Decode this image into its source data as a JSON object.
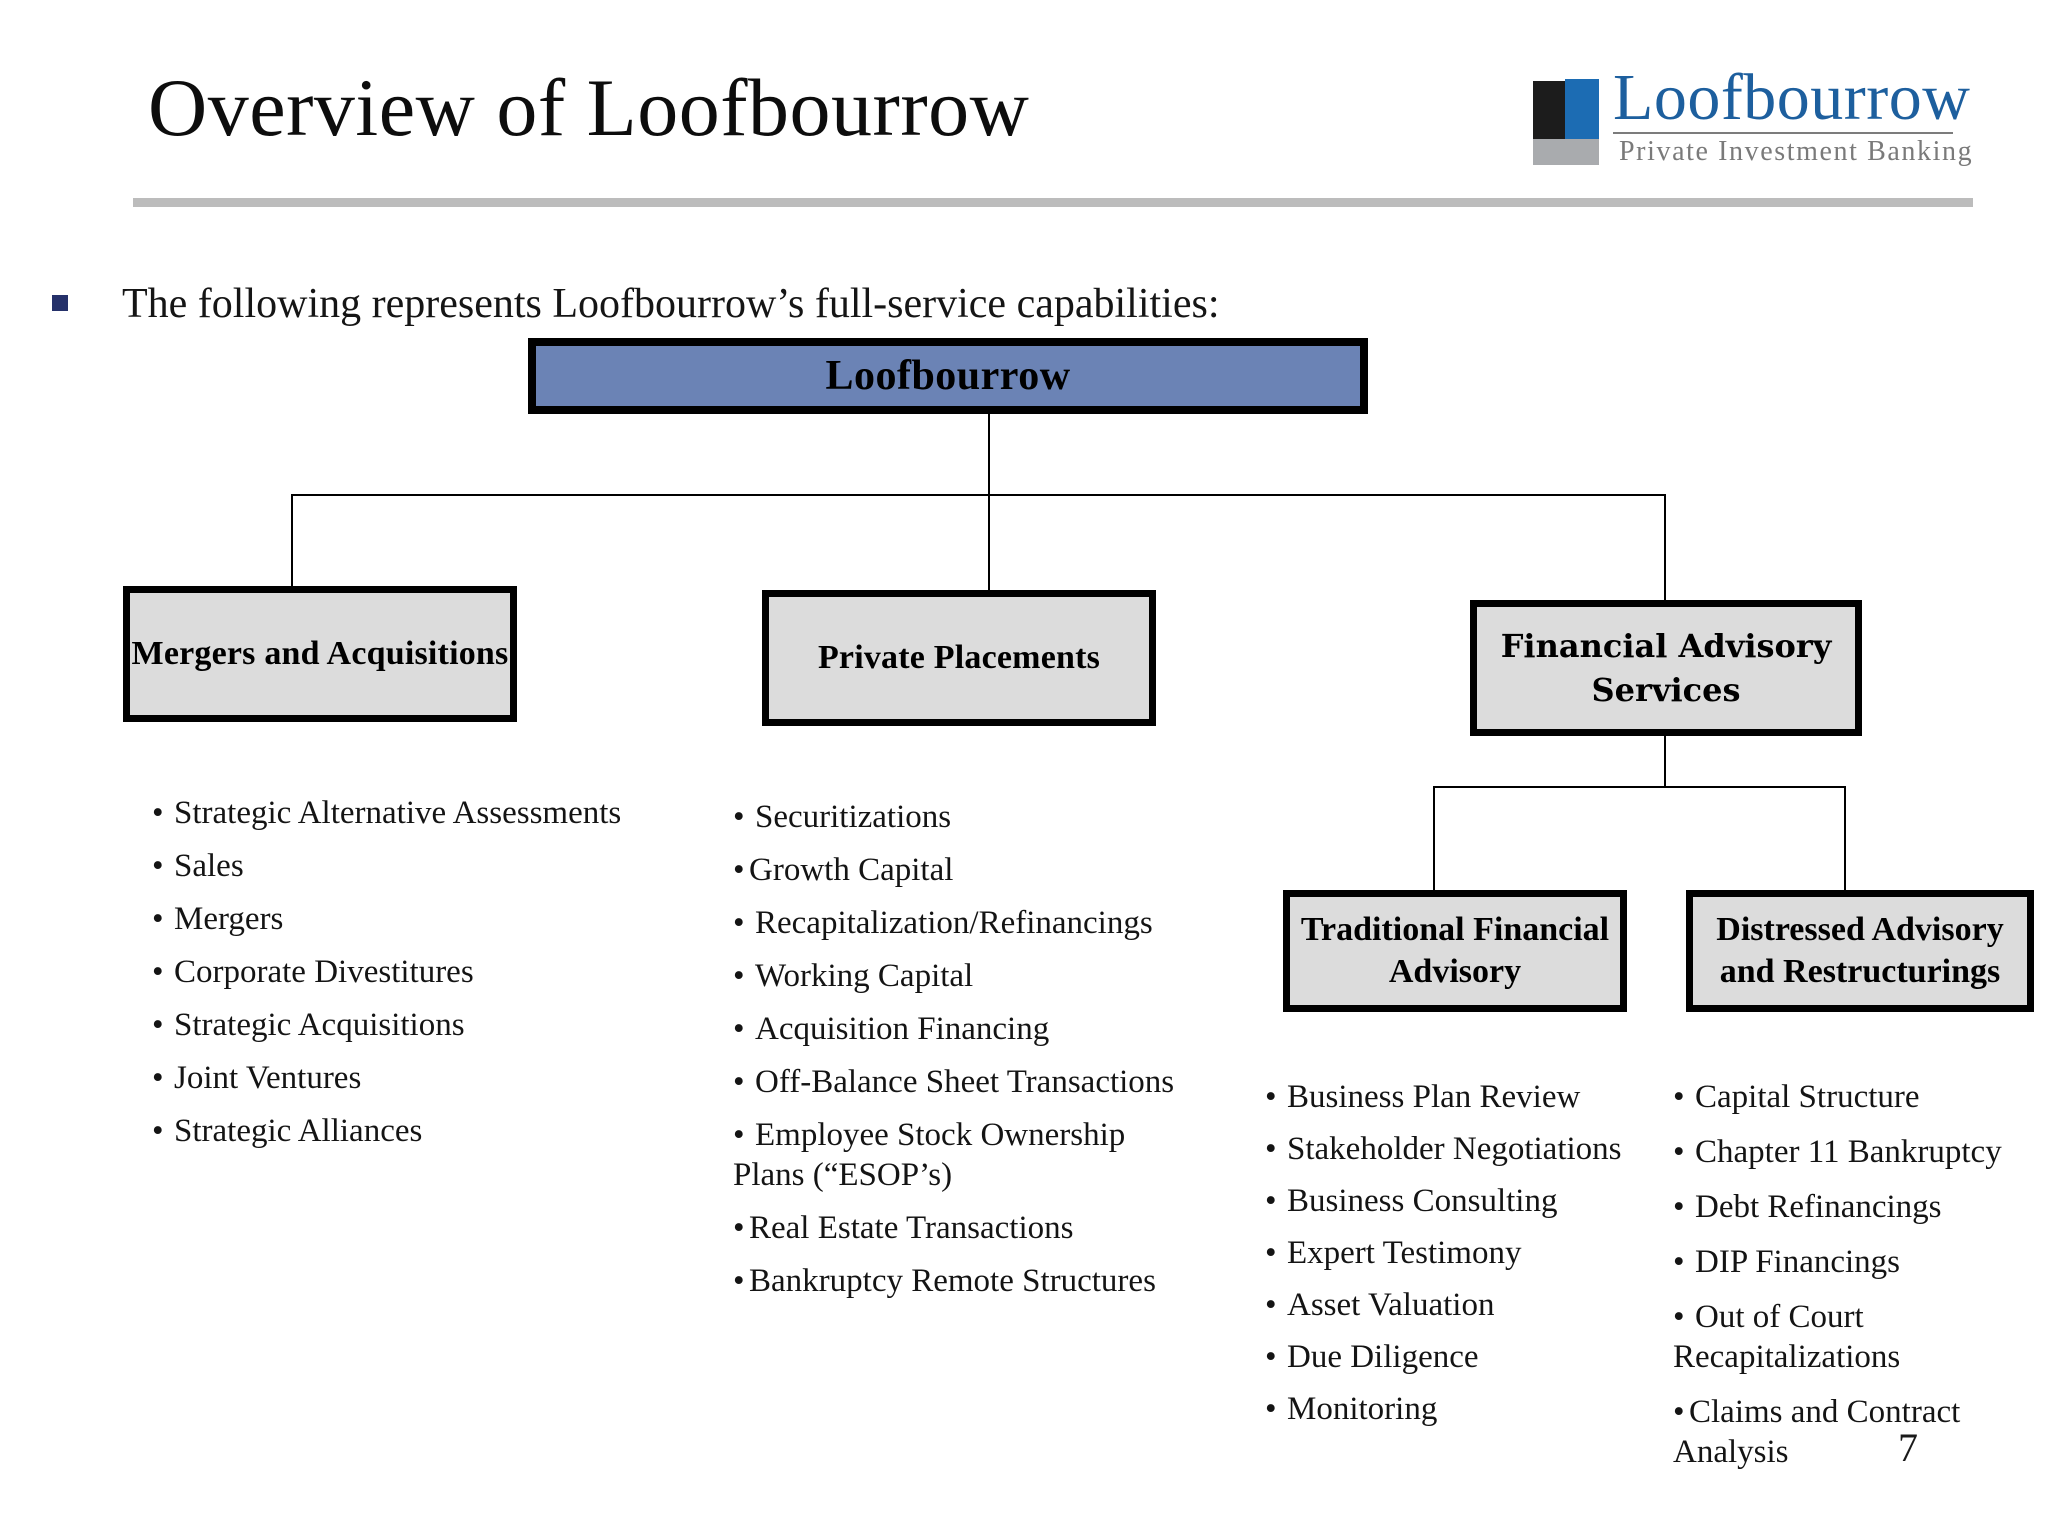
{
  "slide": {
    "title": "Overview of Loofbourrow",
    "page_number": "7",
    "accent_blue": "#6b83b5",
    "logo_blue": "#1c6cb3",
    "box_grey": "#dcdcdc",
    "rule_grey": "#bcbcbc",
    "bullet_navy": "#25316a"
  },
  "logo": {
    "wordmark": "Loofbourrow",
    "tagline": "Private Investment Banking"
  },
  "intro": {
    "text": "The following represents Loofbourrow’s full-service capabilities:"
  },
  "chart_data": {
    "type": "diagram",
    "title": "Loofbourrow full-service capabilities org chart",
    "root": {
      "label": "Loofbourrow"
    },
    "branches": [
      {
        "id": "mergers-and-acquisitions",
        "label": "Mergers and\nAcquisitions",
        "items": [
          "Strategic Alternative Assessments",
          "Sales",
          "Mergers",
          "Corporate Divestitures",
          "Strategic Acquisitions",
          "Joint Ventures",
          "Strategic Alliances"
        ]
      },
      {
        "id": "private-placements",
        "label": "Private Placements",
        "items": [
          "Securitizations",
          "Growth Capital",
          "Recapitalization/Refinancings",
          "Working Capital",
          "Acquisition Financing",
          "Off-Balance Sheet Transactions",
          "Employee Stock Ownership Plans (“ESOP’s)",
          "Real Estate Transactions",
          "Bankruptcy Remote Structures"
        ]
      },
      {
        "id": "financial-advisory-services",
        "label": "Financial Advisory\nServices",
        "children": [
          {
            "id": "traditional-financial-advisory",
            "label": "Traditional\nFinancial\nAdvisory",
            "items": [
              "Business Plan Review",
              "Stakeholder Negotiations",
              "Business Consulting",
              "Expert Testimony",
              "Asset Valuation",
              "Due Diligence",
              "Monitoring"
            ]
          },
          {
            "id": "distressed-advisory-and-restructurings",
            "label": "Distressed\nAdvisory and\nRestructurings",
            "items": [
              "Capital Structure",
              "Chapter 11 Bankruptcy",
              "Debt Refinancings",
              "DIP Financings",
              "Out of Court Recapitalizations",
              "Claims and Contract Analysis"
            ]
          }
        ]
      }
    ]
  }
}
